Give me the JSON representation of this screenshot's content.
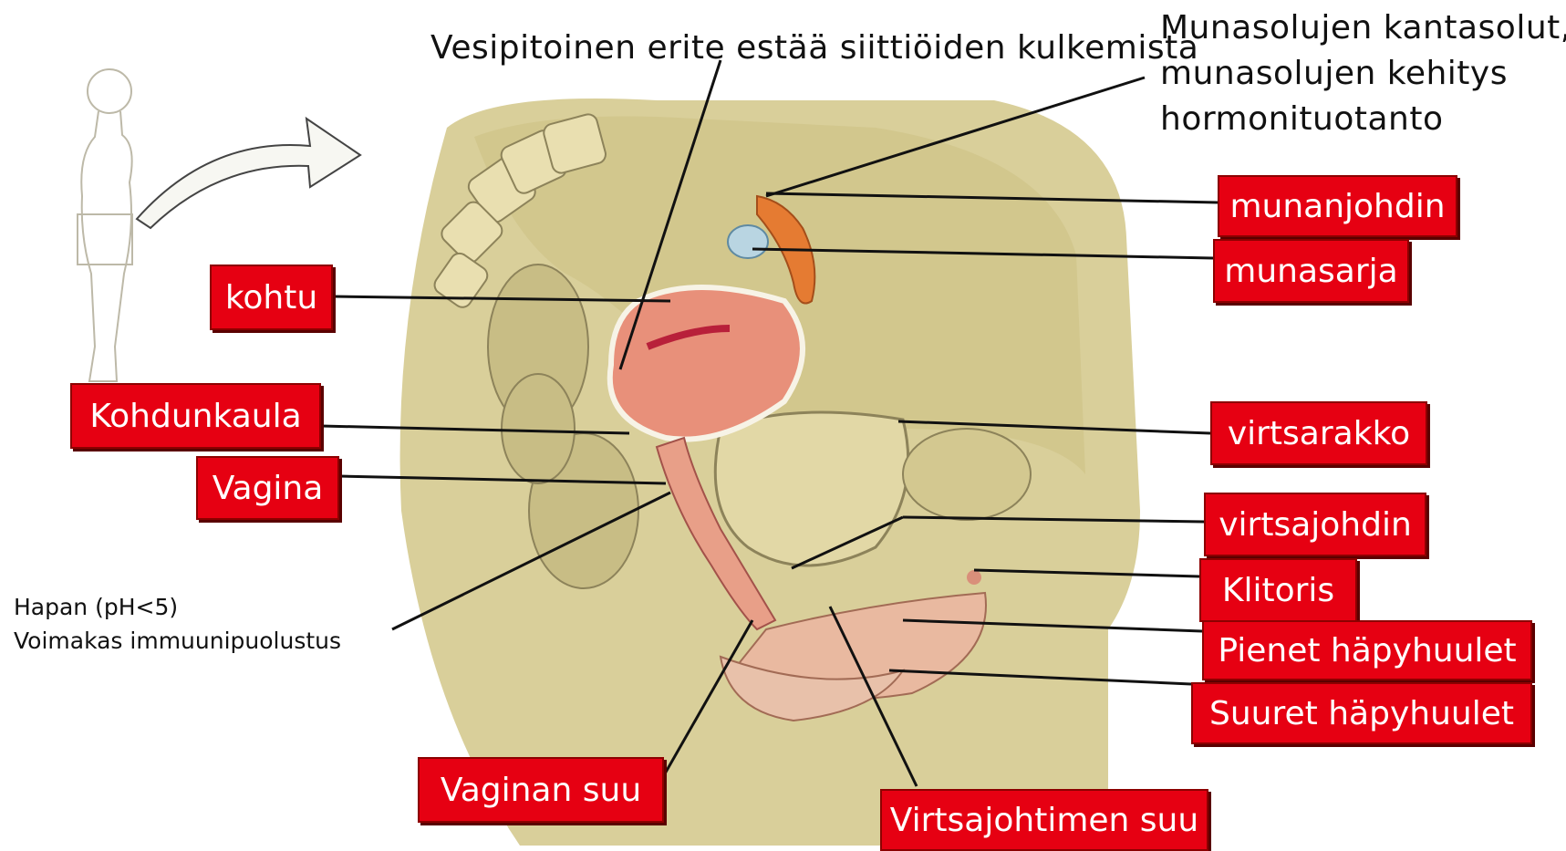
{
  "title_fragment": "",
  "annotations": {
    "secretion": "Vesipitoinen erite estää siittiöiden kulkemista",
    "ovary_line1": "Munasolujen kantasolut,",
    "ovary_line2": "munasolujen kehitys",
    "ovary_line3": "hormonituotanto",
    "acid_line1": "Hapan (pH<5)",
    "acid_line2": "Voimakas immuunipuolustus"
  },
  "labels": {
    "kohtu": "kohtu",
    "kohdunkaula": "Kohdunkaula",
    "vagina": "Vagina",
    "vaginan_suu": "Vaginan suu",
    "munanjohdin": "munanjohdin",
    "munasarja": "munasarja",
    "virtsarakko": "virtsarakko",
    "virtsajohdin": "virtsajohdin",
    "klitoris": "Klitoris",
    "pienet_hapyhuulet": "Pienet häpyhuulet",
    "suuret_hapyhuulet": "Suuret häpyhuulet",
    "virtsajohtimen_suu": "Virtsajohtimen suu"
  },
  "colors": {
    "label_bg": "#e60012",
    "tissue": "#d9cf9a",
    "uterus": "#e8907a",
    "bone": "#e9dfb0"
  }
}
